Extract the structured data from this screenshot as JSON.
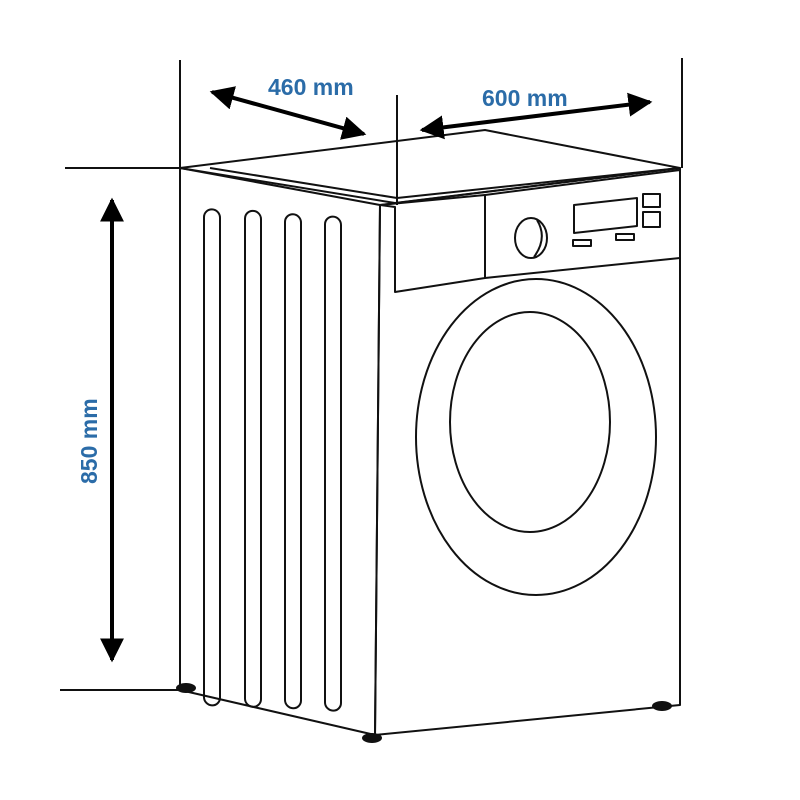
{
  "dimensions": {
    "depth": "460 mm",
    "width": "600 mm",
    "height": "850 mm"
  },
  "colors": {
    "label": "#2b6ca8",
    "line": "#111111"
  }
}
